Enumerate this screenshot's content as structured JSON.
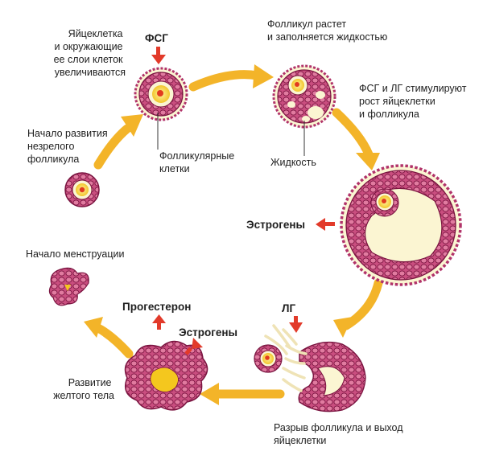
{
  "labels": {
    "egg_grow": [
      "Яйцеклетка",
      "и окружающие",
      "ее слои клеток",
      "увеличиваются"
    ],
    "start_immature": [
      "Начало развития",
      "незрелого",
      "фолликула"
    ],
    "follicular_cells": [
      "Фолликулярные",
      "клетки"
    ],
    "follicle_grows": [
      "Фолликул растет",
      "и заполняется жидкостью"
    ],
    "fluid": "Жидкость",
    "fsh_lh_stimulate": [
      "ФСГ и ЛГ стимулируют",
      "рост яйцеклетки",
      "и фолликула"
    ],
    "rupture": [
      "Разрыв фолликула и выход",
      "яйцеклетки"
    ],
    "corpus_luteum": [
      "Развитие",
      "желтого тела"
    ],
    "menstruation": "Начало менструации"
  },
  "hormones": {
    "fsh": "ФСГ",
    "estrogen_1": "Эстрогены",
    "lh": "ЛГ",
    "progesterone": "Прогестерон",
    "estrogen_2": "Эстрогены"
  },
  "colors": {
    "cell_wall": "#a4245a",
    "cell_fill": "#d66a92",
    "cell_outline": "#6c1038",
    "cream": "#fbf5d2",
    "egg_yellow": "#f6d43c",
    "egg_core": "#e23a1e",
    "flow_arrow": "#f3b429",
    "hormone_arrow": "#e23a2a"
  }
}
